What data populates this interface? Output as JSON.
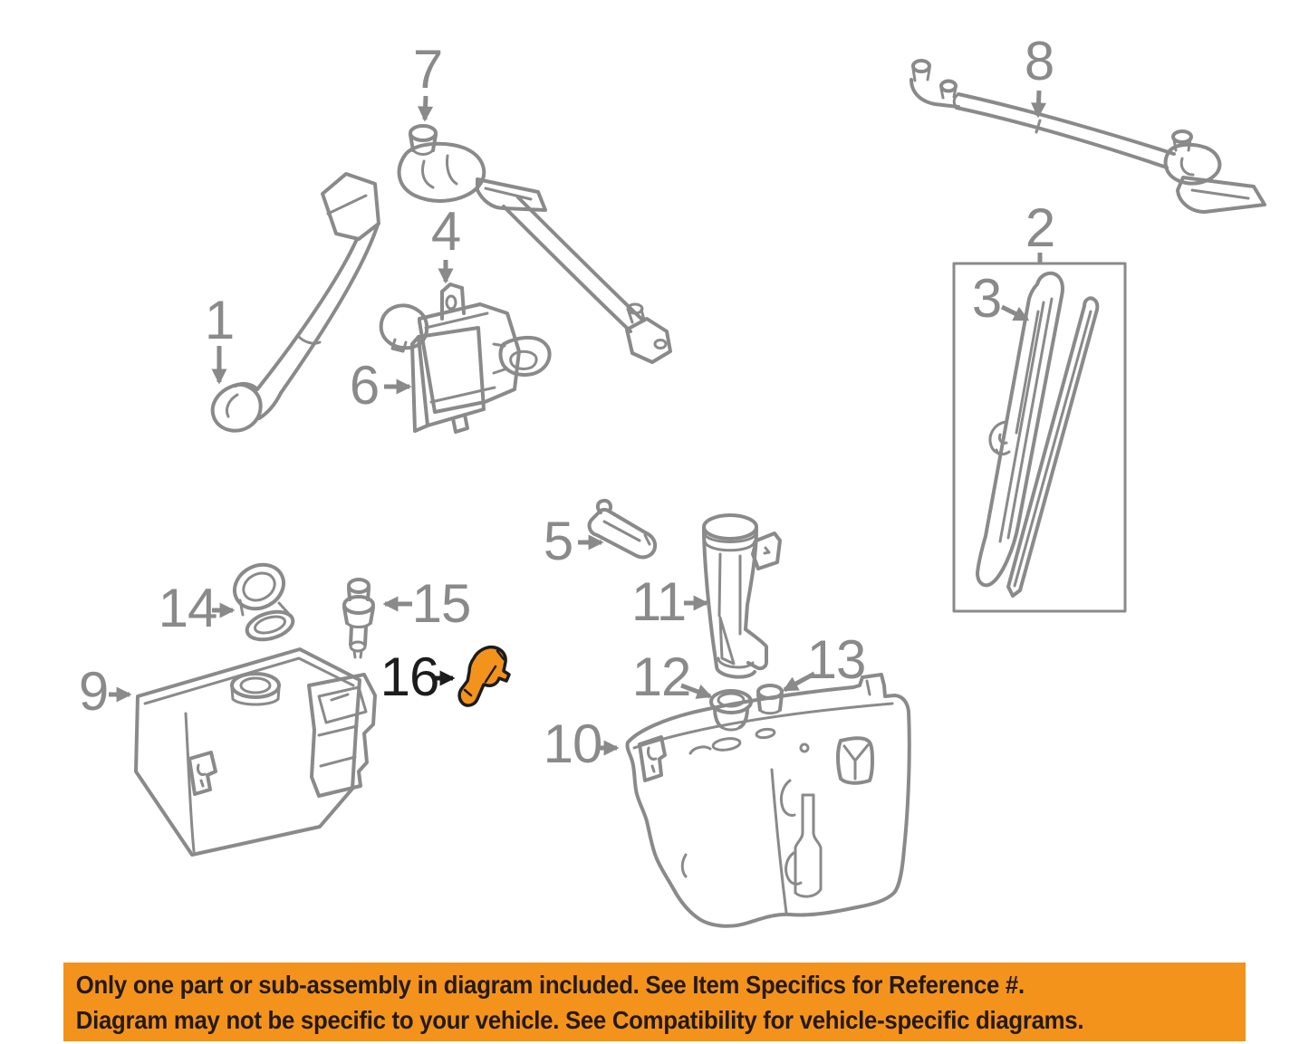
{
  "diagram": {
    "line_color": "#8A8A8A",
    "label_color": "#8A8A8A",
    "highlight_fill_color": "#F4931C",
    "highlight_outline_color": "#1C1C1C",
    "highlight_label_color": "#1C1C1C",
    "callouts": [
      {
        "number": "1"
      },
      {
        "number": "2"
      },
      {
        "number": "3"
      },
      {
        "number": "4"
      },
      {
        "number": "5"
      },
      {
        "number": "6"
      },
      {
        "number": "7"
      },
      {
        "number": "8"
      },
      {
        "number": "9"
      },
      {
        "number": "10"
      },
      {
        "number": "11"
      },
      {
        "number": "12"
      },
      {
        "number": "13"
      },
      {
        "number": "14"
      },
      {
        "number": "15"
      },
      {
        "number": "16"
      }
    ]
  },
  "banner": {
    "background_color": "#F4931C",
    "text_color": "#231A15",
    "line1": "Only one part or sub-assembly in diagram included. See Item Specifics for Reference #.",
    "line2": "Diagram may not be specific to your vehicle. See Compatibility for vehicle-specific diagrams."
  }
}
